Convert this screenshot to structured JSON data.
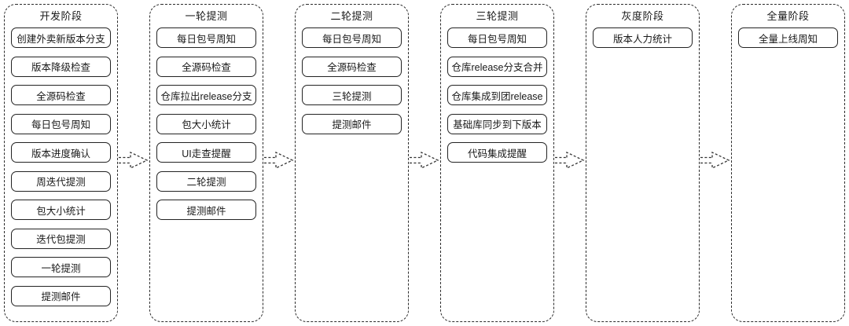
{
  "diagram": {
    "name": "发布流程阶段图",
    "colors": {
      "background": "#ffffff",
      "container_border": "#2b2b2b",
      "box_border": "#232323",
      "text": "#1a1a1a",
      "arrow": "#333333"
    },
    "arrow_icon": "dashed-block-right-arrow",
    "stages": [
      {
        "title": "开发阶段",
        "items": [
          "创建外卖新版本分支",
          "版本降级检查",
          "全源码检查",
          "每日包号周知",
          "版本进度确认",
          "周迭代提测",
          "包大小统计",
          "迭代包提测",
          "一轮提测",
          "提测邮件"
        ]
      },
      {
        "title": "一轮提测",
        "items": [
          "每日包号周知",
          "全源码检查",
          "仓库拉出release分支",
          "包大小统计",
          "UI走查提醒",
          "二轮提测",
          "提测邮件"
        ]
      },
      {
        "title": "二轮提测",
        "items": [
          "每日包号周知",
          "全源码检查",
          "三轮提测",
          "提测邮件"
        ]
      },
      {
        "title": "三轮提测",
        "items": [
          "每日包号周知",
          "仓库release分支合并",
          "仓库集成到团release",
          "基础库同步到下版本",
          "代码集成提醒"
        ]
      },
      {
        "title": "灰度阶段",
        "items": [
          "版本人力统计"
        ]
      },
      {
        "title": "全量阶段",
        "items": [
          "全量上线周知"
        ]
      }
    ]
  }
}
